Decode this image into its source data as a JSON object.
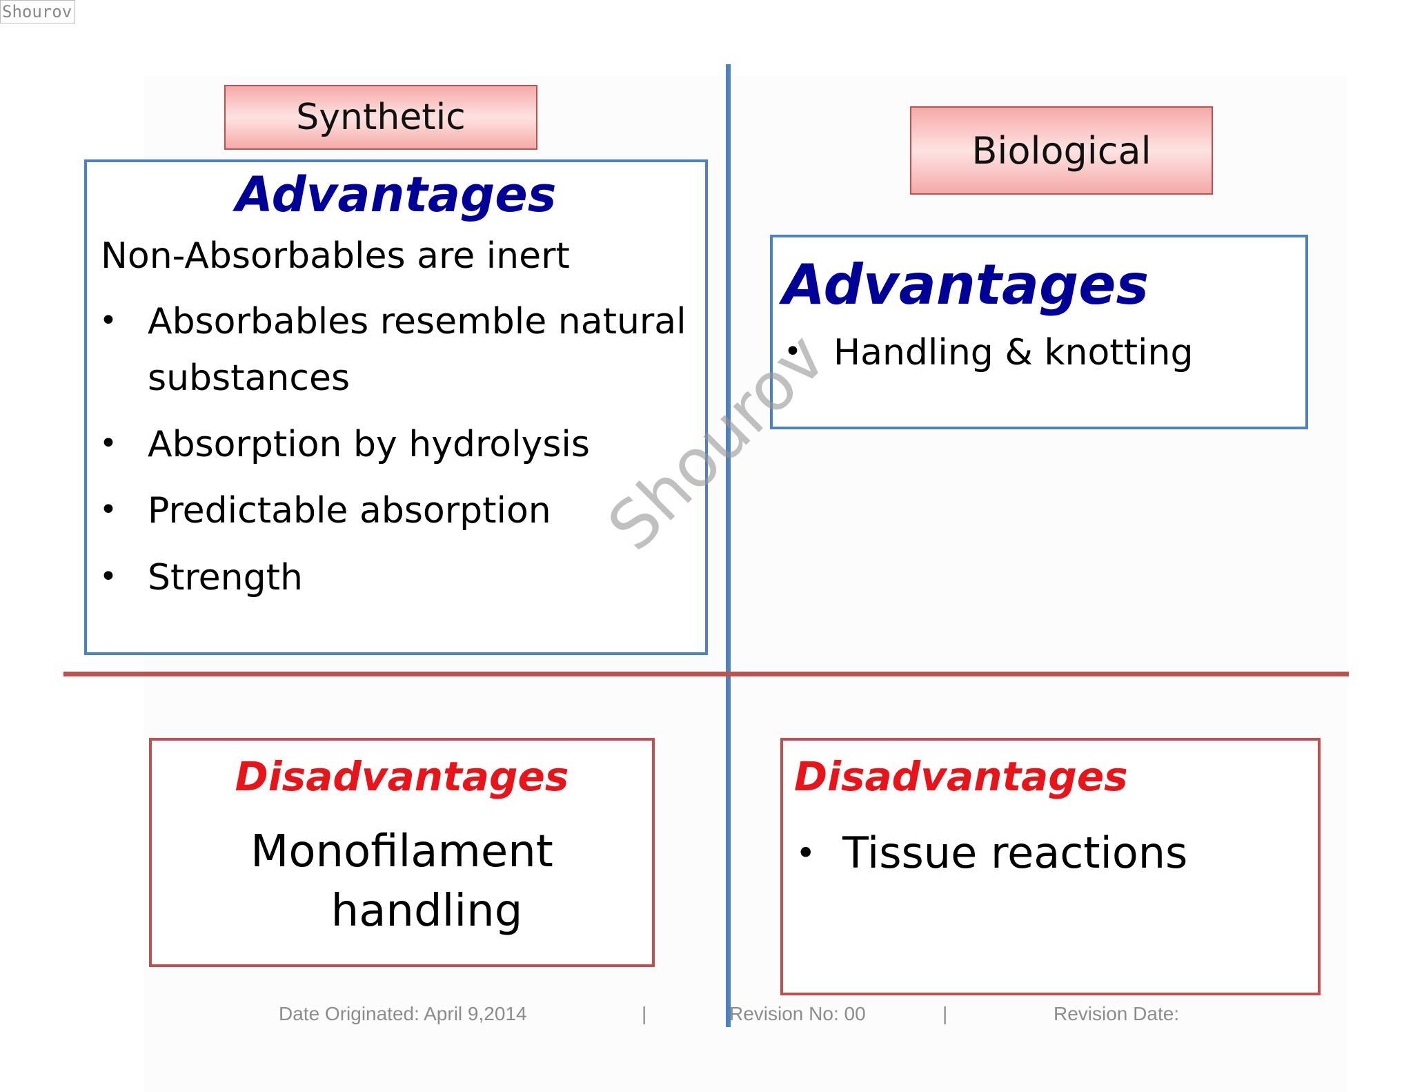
{
  "corner_mark": "Shourov",
  "watermark": "Shourov",
  "synthetic": {
    "tag": "Synthetic",
    "advantages": {
      "heading": "Advantages",
      "intro": "Non-Absorbables are inert",
      "items": [
        {
          "line1": "Absorbables resemble natural",
          "line2": "substances"
        },
        {
          "line1": "Absorption by hydrolysis"
        },
        {
          "line1": "Predictable absorption"
        },
        {
          "line1": "Strength"
        }
      ]
    },
    "disadvantages": {
      "heading": "Disadvantages",
      "line1": "Monofilament",
      "line2": "handling"
    }
  },
  "biological": {
    "tag": "Biological",
    "advantages": {
      "heading": "Advantages",
      "items": [
        "Handling & knotting"
      ]
    },
    "disadvantages": {
      "heading": "Disadvantages",
      "items": [
        "Tissue reactions"
      ]
    }
  },
  "footer": {
    "date_originated": "Date Originated: April 9,2014",
    "sep1": "|",
    "revision_no": "Revision No: 00",
    "sep2": "|",
    "revision_date": "Revision Date:"
  },
  "bullet_glyph": "•",
  "colors": {
    "blue_line": "#4f81bd",
    "red_line": "#c0504d",
    "advantages_heading": "#000099",
    "disadvantages_heading": "#e8141a"
  }
}
